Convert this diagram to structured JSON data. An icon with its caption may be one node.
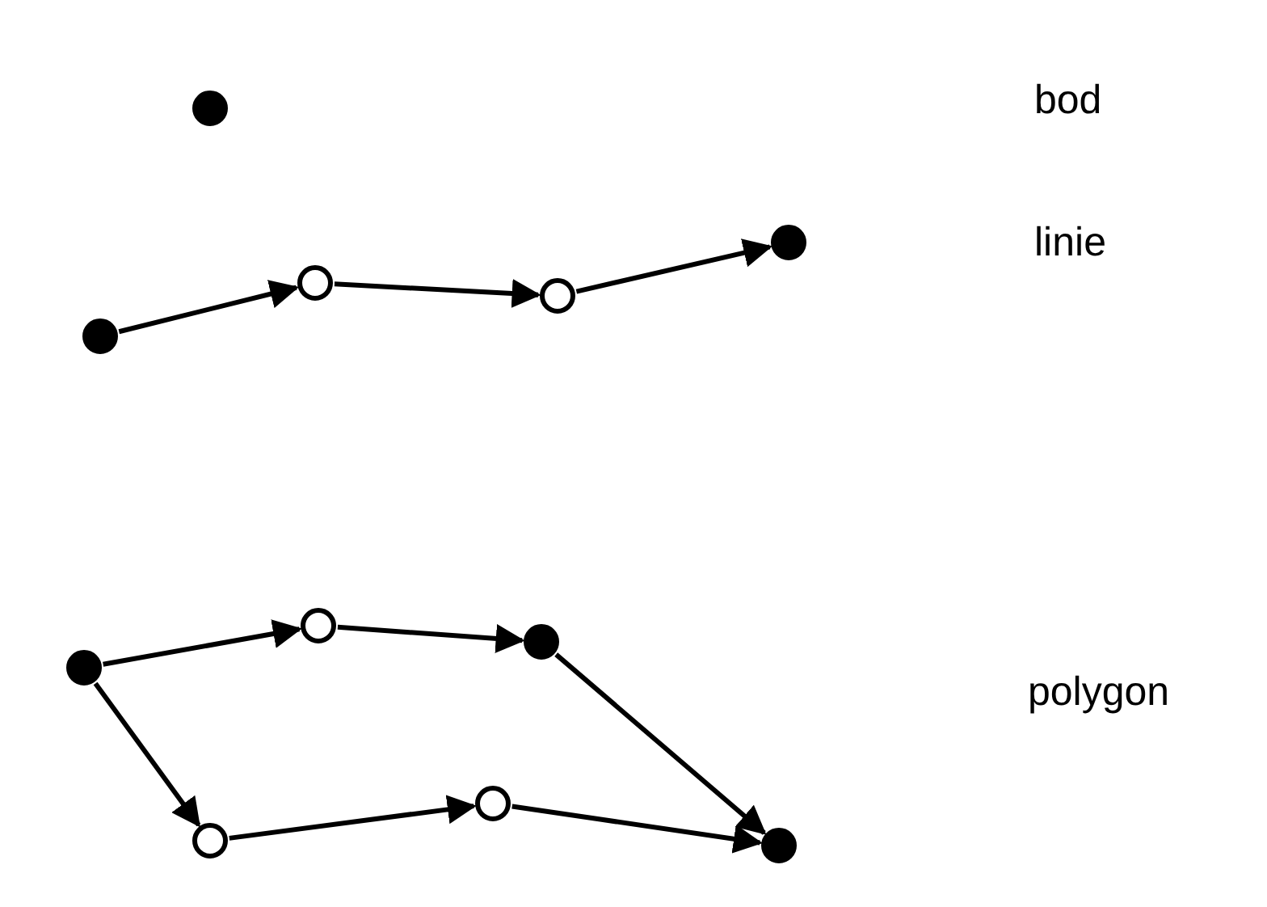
{
  "diagram": {
    "nodes": [
      {
        "text": [],
        "shape": "circle"
      },
      {
        "text": [],
        "shape": "circle"
      },
      {
        "text": [],
        "shape": "circle"
      },
      {
        "text": [],
        "shape": "circle"
      },
      {
        "text": [],
        "shape": "circle"
      },
      {
        "text": [],
        "shape": "circle"
      },
      {
        "text": [],
        "shape": "circle"
      },
      {
        "text": [],
        "shape": "circle"
      },
      {
        "text": [],
        "shape": "circle"
      },
      {
        "text": [],
        "shape": "circle"
      },
      {
        "text": [],
        "shape": "circle"
      }
    ],
    "edges": [
      {
        "from": 1,
        "to": 2,
        "arrow": "to"
      },
      {
        "from": 2,
        "to": 3,
        "arrow": "to"
      },
      {
        "from": 3,
        "to": 4,
        "arrow": "to"
      },
      {
        "from": 5,
        "to": 6,
        "arrow": "to"
      },
      {
        "from": 6,
        "to": 7,
        "arrow": "to"
      },
      {
        "from": 7,
        "to": 10,
        "arrow": "to"
      },
      {
        "from": 5,
        "to": 8,
        "arrow": "to"
      },
      {
        "from": 8,
        "to": 9,
        "arrow": "to"
      },
      {
        "from": 9,
        "to": 10,
        "arrow": "to"
      }
    ],
    "labels": [
      "bod",
      "linie",
      "polygon"
    ]
  }
}
